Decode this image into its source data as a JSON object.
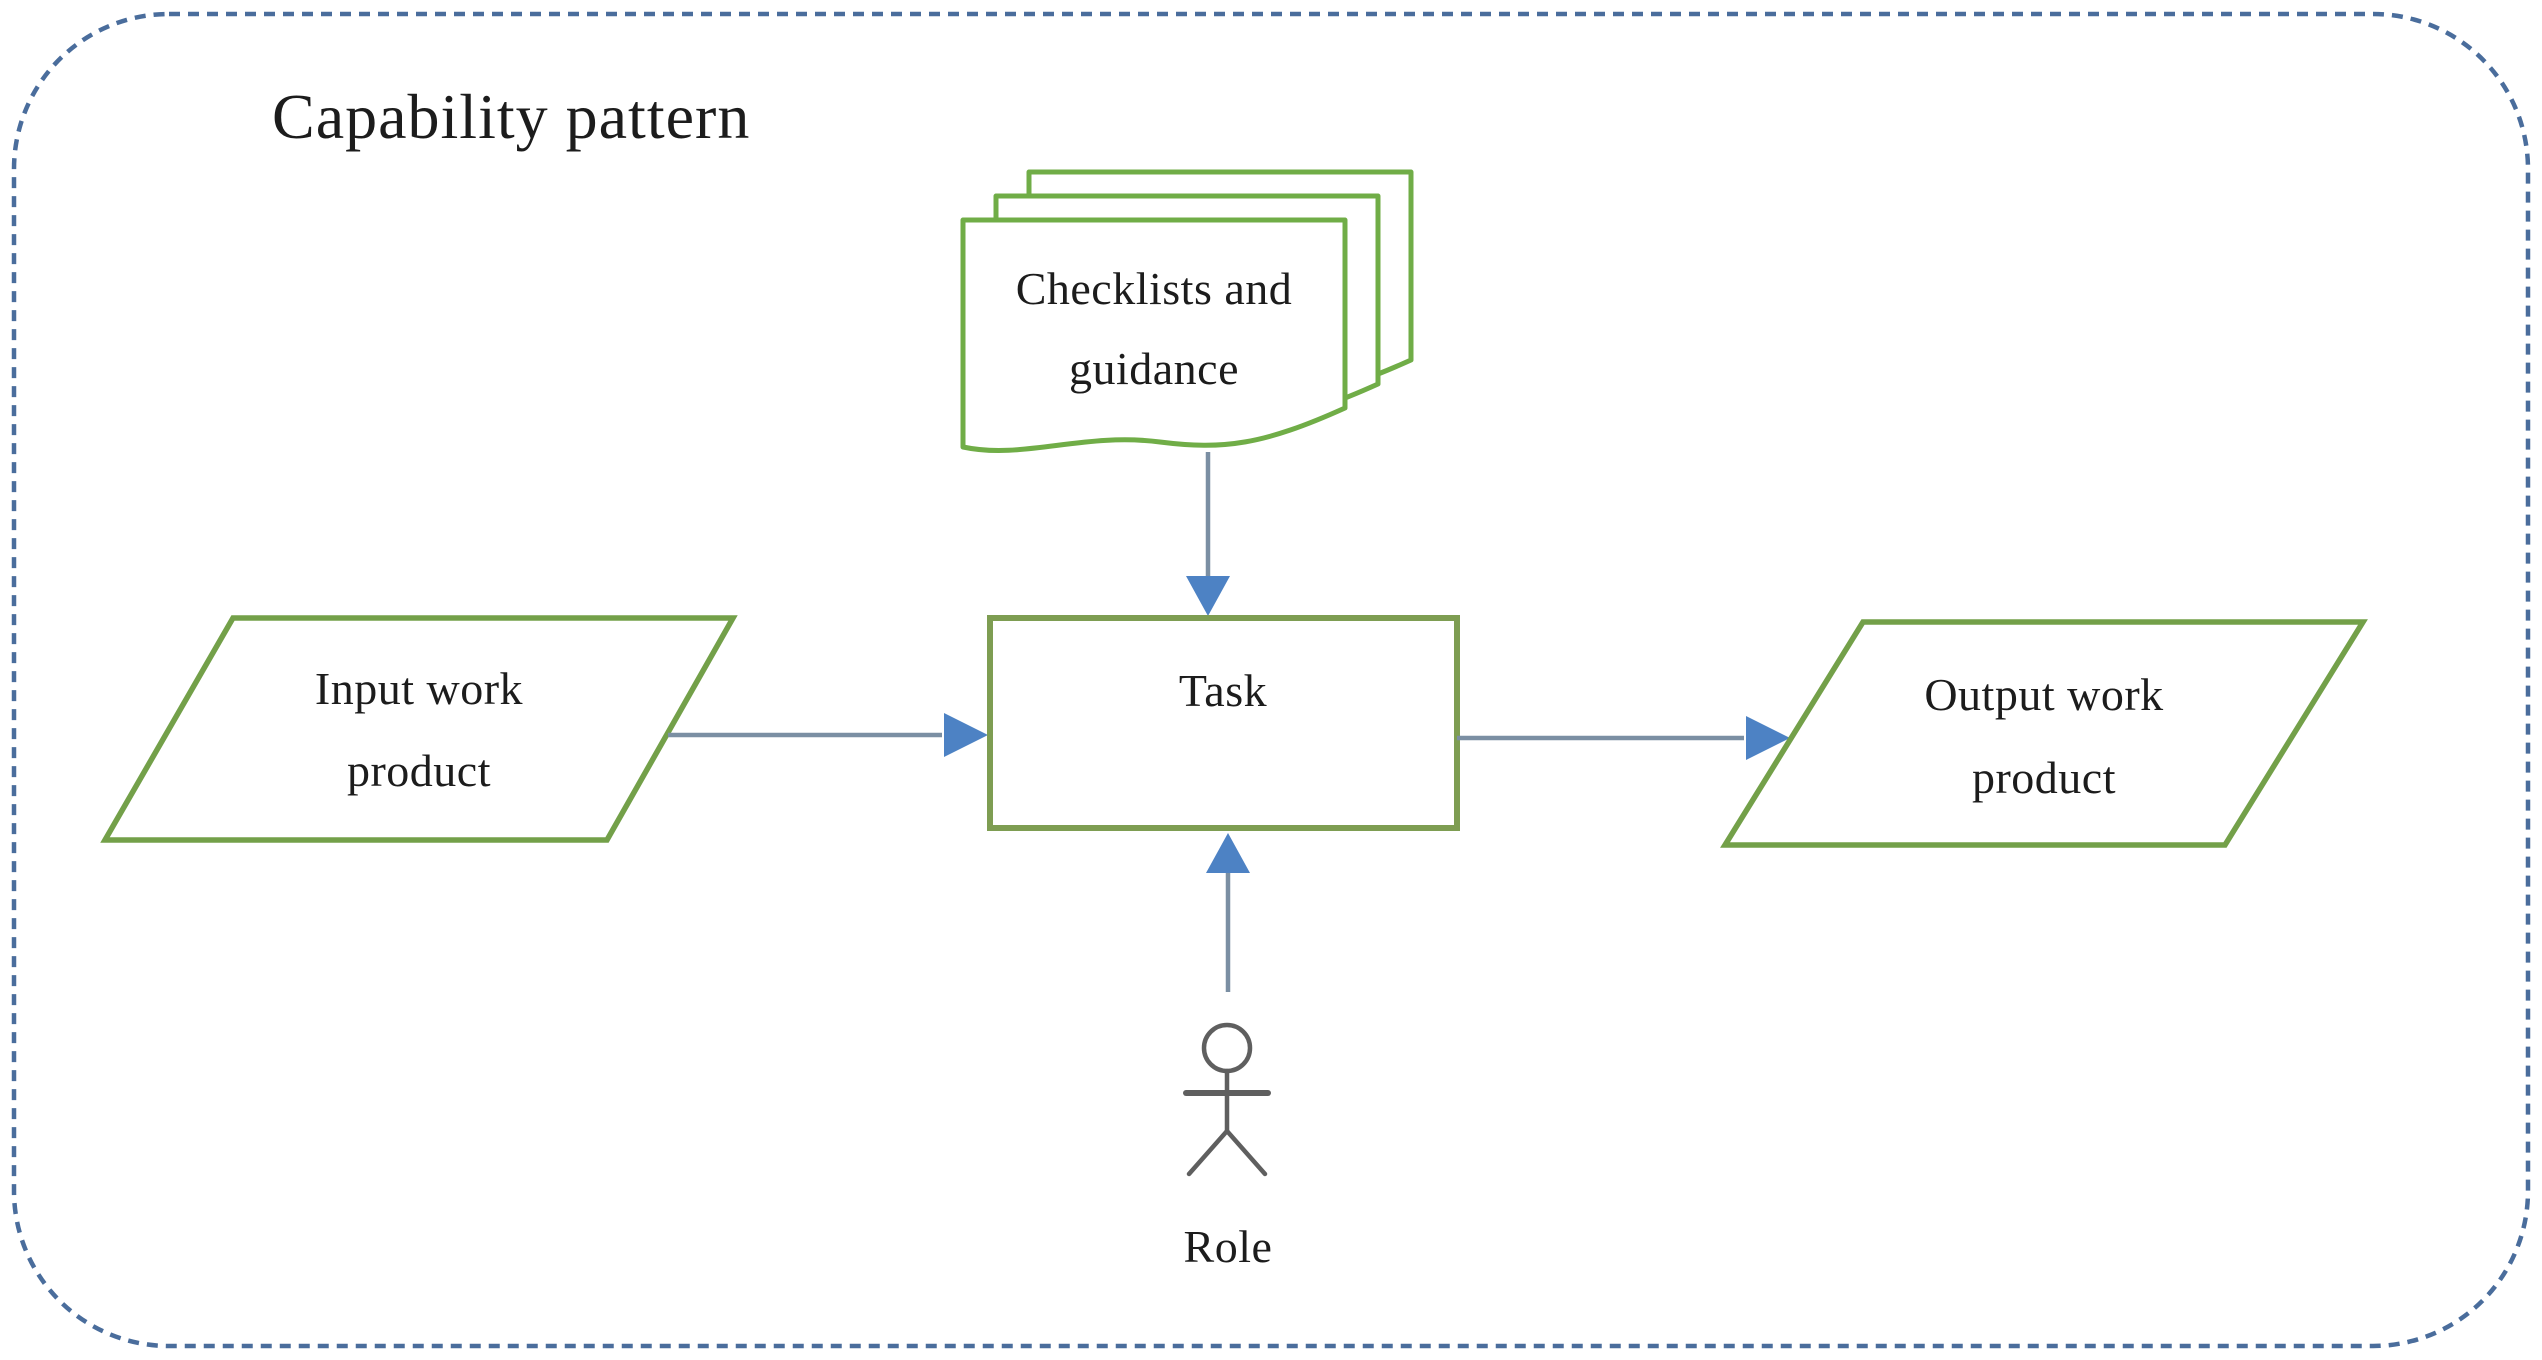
{
  "diagram": {
    "title": "Capability pattern",
    "nodes": {
      "checklists": {
        "shape": "document-stack",
        "pages": 3,
        "line1": "Checklists and",
        "line2": "guidance"
      },
      "input_work_product": {
        "shape": "parallelogram",
        "line1": "Input work",
        "line2": "product"
      },
      "task": {
        "shape": "rectangle",
        "label": "Task"
      },
      "output_work_product": {
        "shape": "parallelogram",
        "line1": "Output work",
        "line2": "product"
      },
      "role": {
        "shape": "actor-stick-figure",
        "label": "Role"
      }
    },
    "edges": [
      {
        "from": "checklists",
        "to": "task",
        "direction": "down"
      },
      {
        "from": "input_work_product",
        "to": "task",
        "direction": "right"
      },
      {
        "from": "task",
        "to": "output_work_product",
        "direction": "right"
      },
      {
        "from": "role",
        "to": "task",
        "direction": "up"
      }
    ]
  },
  "colors": {
    "border_dash_blue": "#4a6d9c",
    "document_green": "#70ad47",
    "parallelogram_green": "#73a049",
    "task_green": "#7e9d52",
    "connector_gray_blue": "#7b8fa3",
    "arrowhead_blue": "#4d82c4",
    "actor_gray": "#5f5f5f",
    "text_color": "#1c1c1c",
    "background": "#ffffff"
  }
}
